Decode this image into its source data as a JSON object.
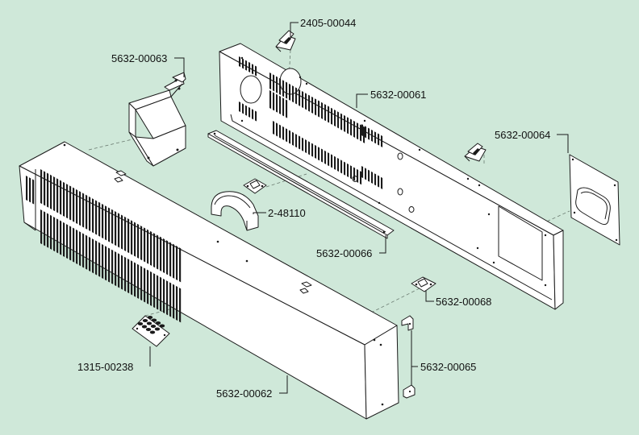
{
  "diagram": {
    "background": "#cfe8d9",
    "line_color": "#1a1a1a",
    "part_fill": "#ffffff",
    "callouts": [
      {
        "id": "top-clip",
        "label": "2405-00044"
      },
      {
        "id": "bracket",
        "label": "5632-00063"
      },
      {
        "id": "back-panel",
        "label": "5632-00061"
      },
      {
        "id": "side-plate",
        "label": "5632-00064"
      },
      {
        "id": "handle",
        "label": "2-48110"
      },
      {
        "id": "strip",
        "label": "5632-00066"
      },
      {
        "id": "small-hinge",
        "label": "5632-00068"
      },
      {
        "id": "bracket-pair",
        "label": "5632-00065"
      },
      {
        "id": "terminal",
        "label": "1315-00238"
      },
      {
        "id": "front-housing",
        "label": "5632-00062"
      }
    ]
  }
}
